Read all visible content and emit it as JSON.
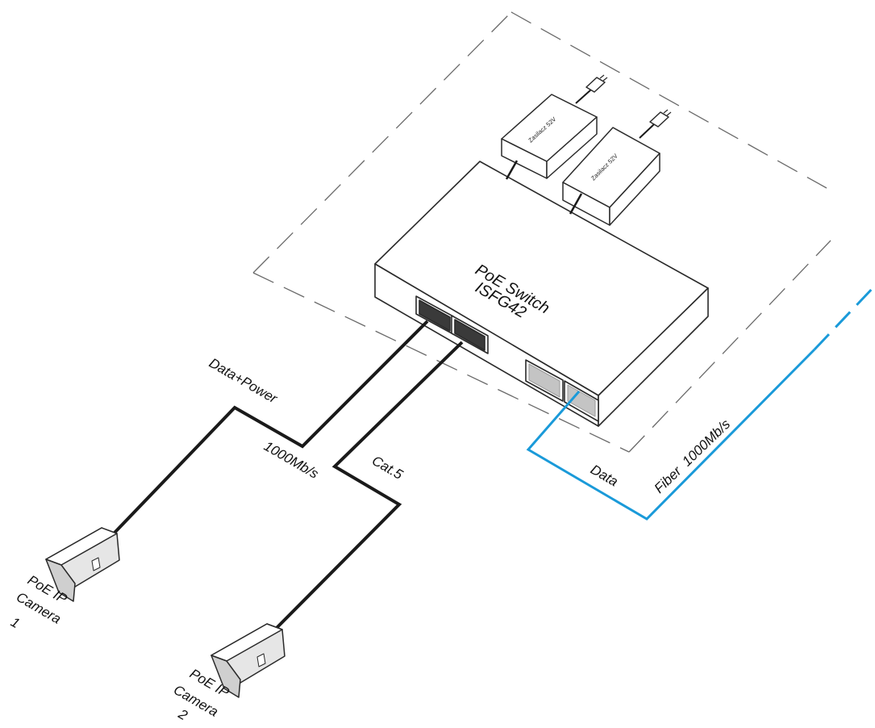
{
  "switch": {
    "label_line1": "PoE Switch",
    "label_line2": "ISFG42"
  },
  "psu": {
    "psu1_label": "Zasilacz 52V",
    "psu2_label": "Zasilacz 52V"
  },
  "copper_link": {
    "label_data_power": "Data+Power",
    "label_speed": "1000Mb/s",
    "label_cable": "Cat.5"
  },
  "fiber_link": {
    "label_data": "Data",
    "label_fiber": "Fiber  1000Mb/s",
    "color": "#1a9ad9"
  },
  "cameras": [
    {
      "line1": "PoE IP",
      "line2": "Camera",
      "line3": "1"
    },
    {
      "line1": "PoE IP",
      "line2": "Camera",
      "line3": "2"
    }
  ],
  "colors": {
    "cable": "#1a1a1a",
    "outline": "#2a2a2a",
    "dashed_boundary": "#6a6a6a",
    "port_fill": "#3a3a3a",
    "sfp_fill": "#c4c4c4"
  }
}
